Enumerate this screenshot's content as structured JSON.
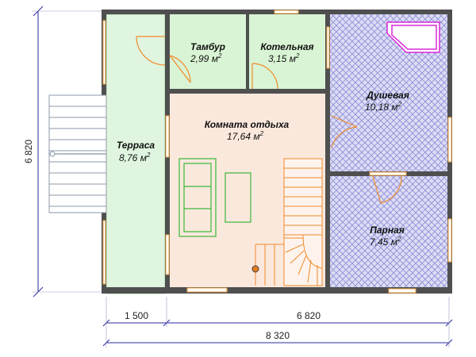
{
  "rooms": {
    "terrace": {
      "name": "Терраса",
      "area": "8,76"
    },
    "vestibule": {
      "name": "Тамбур",
      "area": "2,99"
    },
    "boiler": {
      "name": "Котельная",
      "area": "3,15"
    },
    "shower": {
      "name": "Душевая",
      "area": "10,18"
    },
    "rest": {
      "name": "Комната отдыха",
      "area": "17,64"
    },
    "steam": {
      "name": "Парная",
      "area": "7,45"
    }
  },
  "area_unit": "м",
  "area_unit_sup": "2",
  "dimensions": {
    "height": "6 820",
    "terrace_width": "1 500",
    "house_width": "6 820",
    "total_width": "8 320"
  },
  "colors": {
    "wall": "#4f4f4f",
    "terrace_fill": "#dff5df",
    "room_green": "#d9f4d4",
    "rest_fill": "#fbe8dc",
    "wet_fill": "#dcdcf4",
    "wet_hatch": "#8c8cd8",
    "door": "#f08a2a",
    "window": "#f2a23c",
    "pool": "#d828d8",
    "furniture": "#38b838",
    "dim_line": "#2a2aa0"
  }
}
